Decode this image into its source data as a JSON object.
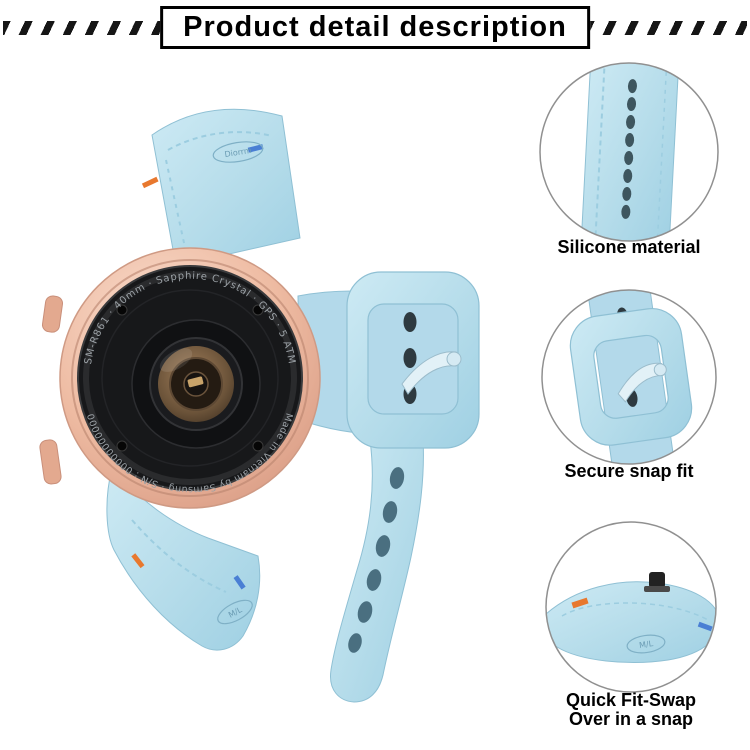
{
  "header": {
    "title": "Product detail description"
  },
  "watch": {
    "back_text_top": "SM-R861 · 40mm · Sapphire Crystal · GPS · 5 ATM",
    "back_text_bottom": "Made in Vietnam by Samsung · S/N : 00000000000",
    "strap_stamp_brand": "Diorrm",
    "strap_stamp_size": "M/L"
  },
  "callouts": {
    "silicone": {
      "label": "Silicone material"
    },
    "snap": {
      "label": "Secure snap fit"
    },
    "quickfit": {
      "label_line1": "Quick Fit-Swap",
      "label_line2": "Over in a snap",
      "stamp": "M/L"
    }
  },
  "colors": {
    "band_blue": "#b5dcea",
    "band_shadow": "#8fc3d8",
    "case_rose_gold": "#e8b098",
    "accent_orange": "#e8782e",
    "accent_blue": "#4a7fd4",
    "watch_back": "#17181a",
    "sensor_copper": "#8b6c4e"
  }
}
